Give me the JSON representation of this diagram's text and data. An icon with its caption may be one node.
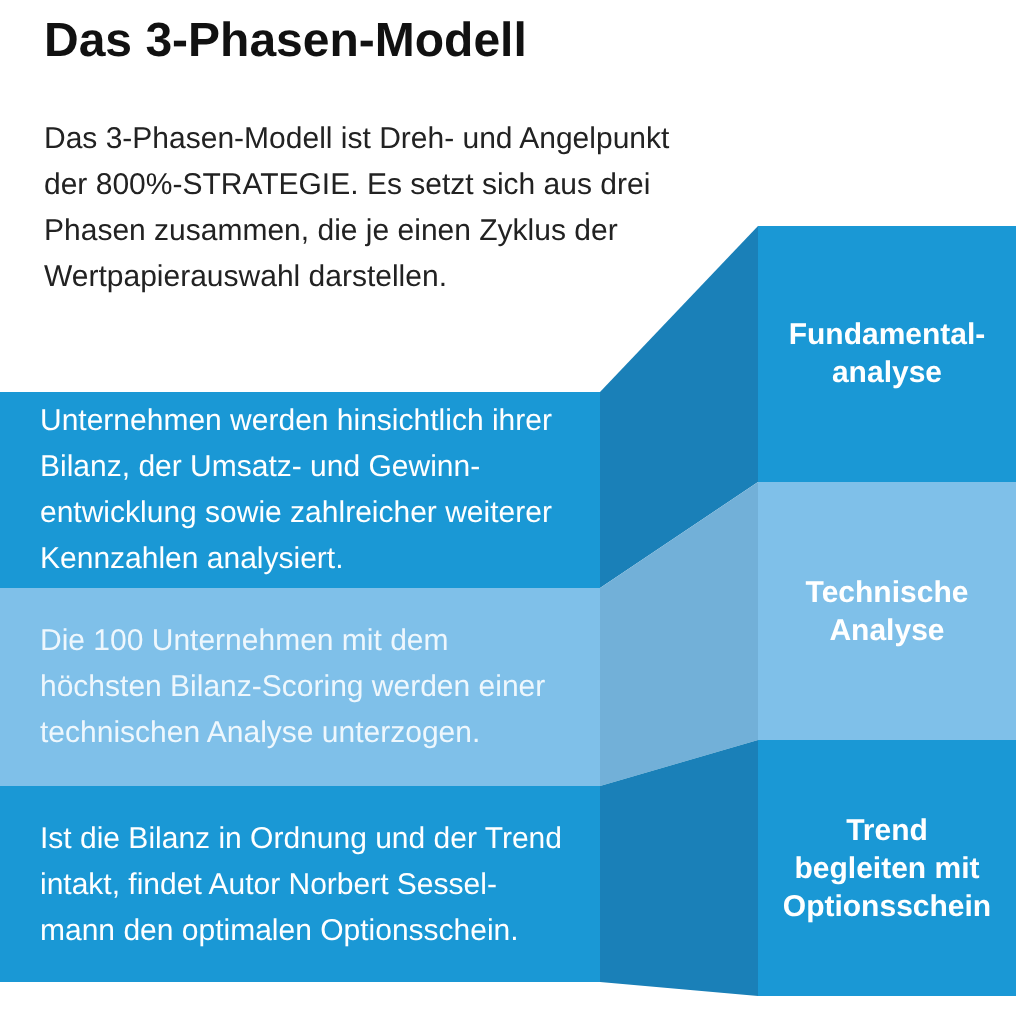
{
  "diagram": {
    "title": "Das 3-Phasen-Modell",
    "nodes": [
      {
        "text": [
          "Fundamental- analyse"
        ]
      },
      {
        "text": [
          "Unternehmen werden hinsichtlich ihrer Bilanz, der Umsatz- und Gewinn- entwicklung sowie zahlreicher weiterer Kennzahlen analysiert."
        ]
      },
      {
        "text": [
          "Technische Analyse"
        ]
      },
      {
        "text": [
          "Die 100 Unternehmen mit dem höchsten Bilanz-Scoring werden einer technischen Analyse unterzogen."
        ]
      },
      {
        "text": [
          "Trend begleiten mit Optionsschein"
        ]
      },
      {
        "text": [
          "Ist die Bilanz in Ordnung und der Trend intakt, findet Autor Norbert Sessel- mann den optimalen Optionsschein."
        ]
      }
    ],
    "edges": [
      {
        "from": 1,
        "to": 0,
        "arrow": "none"
      },
      {
        "from": 3,
        "to": 2,
        "arrow": "none",
        "color": "#72b0d8"
      },
      {
        "from": 5,
        "to": 4,
        "arrow": "none"
      }
    ],
    "labels": [
      "Das 3-Phasen-Modell ist Dreh- und Angelpunkt der 800%-STRATEGIE. Es setzt sich aus drei Phasen zusammen, die je einen Zyklus der Wertpapierauswahl darstellen."
    ]
  }
}
